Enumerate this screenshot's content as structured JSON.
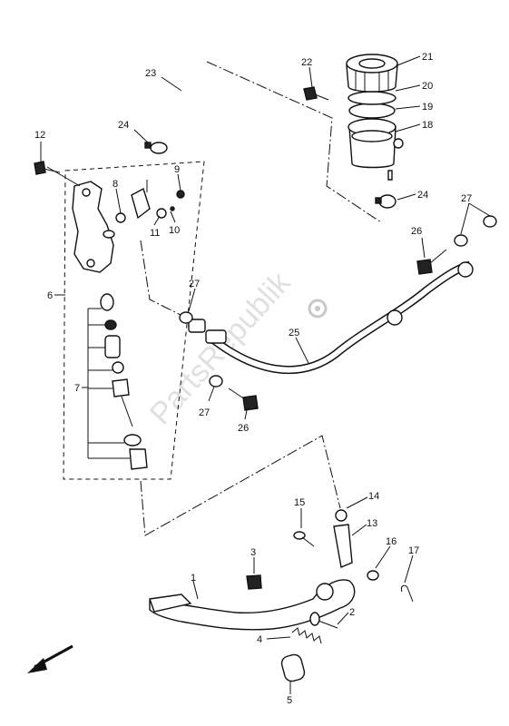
{
  "watermark": "PartsRepublik",
  "callouts": {
    "c1": "1",
    "c2": "2",
    "c3": "3",
    "c4": "4",
    "c5": "5",
    "c6": "6",
    "c7": "7",
    "c8": "8",
    "c9": "9",
    "c10": "10",
    "c11": "11",
    "c12": "12",
    "c13": "13",
    "c14": "14",
    "c15": "15",
    "c16": "16",
    "c17": "17",
    "c18": "18",
    "c19": "19",
    "c20": "20",
    "c21": "21",
    "c22": "22",
    "c23": "23",
    "c24a": "24",
    "c24b": "24",
    "c25": "25",
    "c26a": "26",
    "c26b": "26",
    "c27a": "27",
    "c27b": "27",
    "c27c": "27"
  },
  "icons": {
    "orientation_arrow": "front-direction-arrow-icon"
  }
}
